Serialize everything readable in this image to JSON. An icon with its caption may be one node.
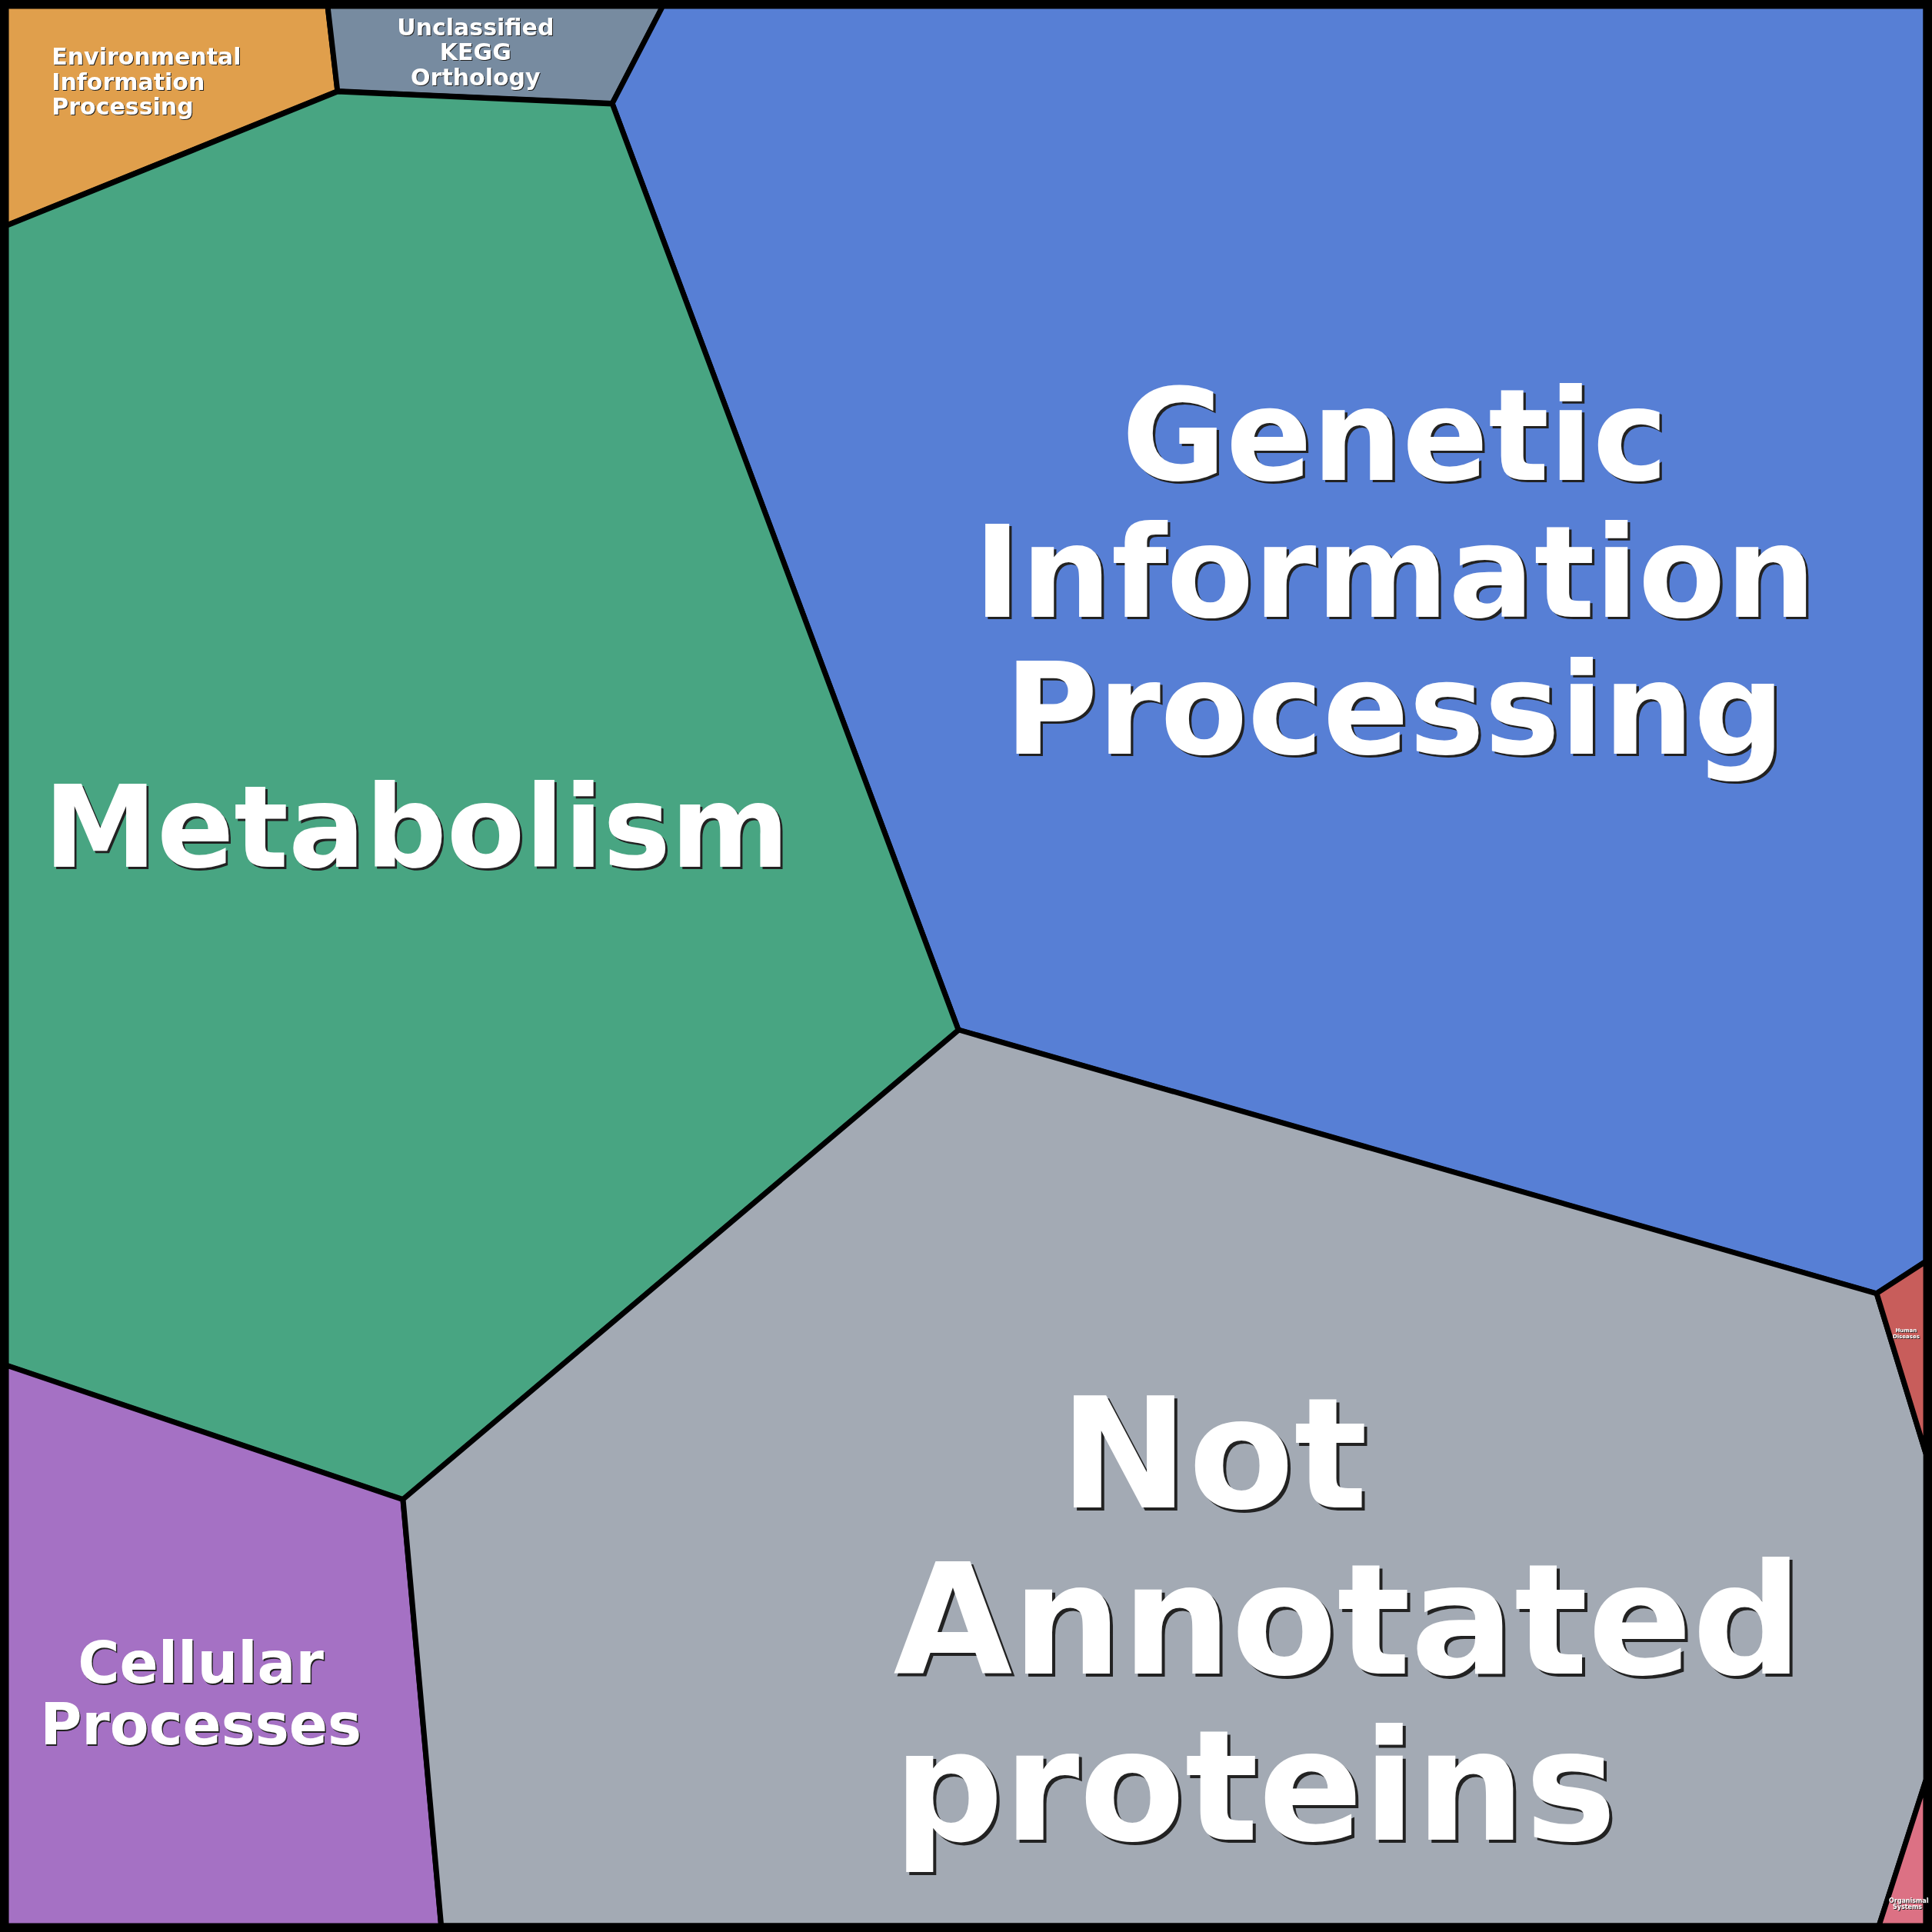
{
  "diagram": {
    "nodes": [
      {
        "text": [
          "Environmental Information Processing"
        ]
      },
      {
        "text": [
          "Unclassified KEGG Orthology"
        ]
      },
      {
        "text": [
          "Genetic Information Processing"
        ]
      },
      {
        "text": [
          "Metabolism"
        ]
      },
      {
        "text": [
          "Cellular Processes"
        ]
      },
      {
        "text": [
          "Not Annotated proteins"
        ]
      },
      {
        "text": [
          "Human Diseases"
        ]
      },
      {
        "text": [
          "Organismal Systems"
        ]
      }
    ]
  }
}
